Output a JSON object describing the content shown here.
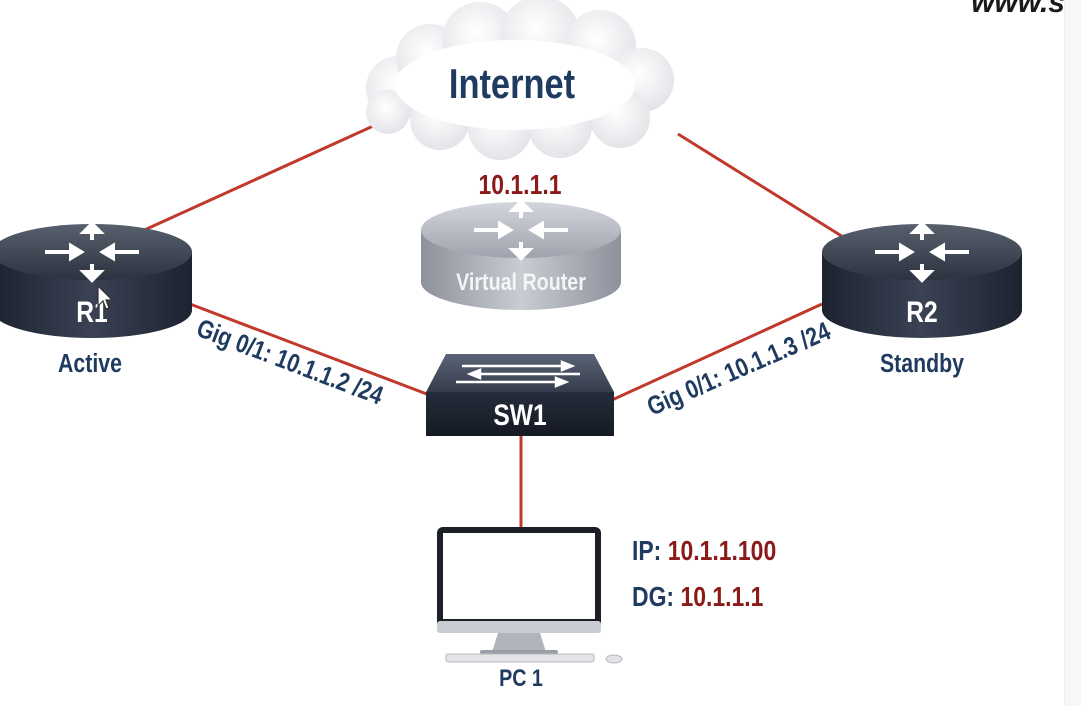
{
  "watermark": "www.s",
  "cloud": {
    "label": "Internet"
  },
  "virtual_router": {
    "ip": "10.1.1.1",
    "label": "Virtual Router"
  },
  "r1": {
    "name": "R1",
    "role": "Active",
    "interface": "Gig 0/1: 10.1.1.2 /24"
  },
  "r2": {
    "name": "R2",
    "role": "Standby",
    "interface": "Gig 0/1: 10.1.1.3 /24"
  },
  "switch": {
    "name": "SW1"
  },
  "pc": {
    "name": "PC 1",
    "ip_label": "IP:",
    "ip": "10.1.1.100",
    "dg_label": "DG:",
    "dg": "10.1.1.1"
  },
  "colors": {
    "link": "#c0392b",
    "navy": "#1f3b60",
    "accent_red": "#8b1a1a"
  }
}
